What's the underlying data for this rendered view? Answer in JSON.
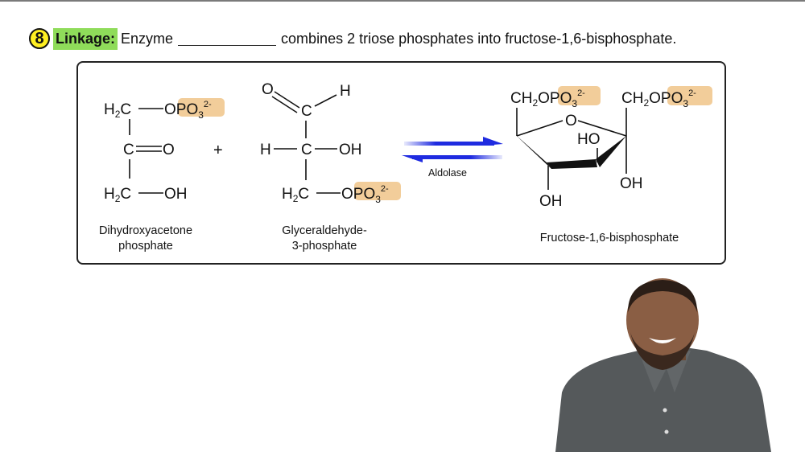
{
  "heading": {
    "number": "8",
    "tag": "Linkage:",
    "text_before_blank": "Enzyme",
    "text_after_blank": "combines 2 triose phosphates into fructose-1,6-bisphosphate."
  },
  "reaction": {
    "plus": "+",
    "enzyme": "Aldolase",
    "arrow_color": "#1f2be0",
    "highlight_color": "#f2cd9a",
    "dhap": {
      "name_line1": "Dihydroxyacetone",
      "name_line2": "phosphate",
      "rows": [
        "H2C—OPO3 2-",
        "C=O",
        "H2C—OH"
      ]
    },
    "g3p": {
      "name_line1": "Glyceraldehyde-",
      "name_line2": "3-phosphate",
      "rows": [
        "O=C—H",
        "H—C—OH",
        "H2C—OPO3 2-"
      ]
    },
    "f16bp": {
      "name": "Fructose-1,6-bisphosphate",
      "substituents": [
        "CH2OPO3 2-",
        "CH2OPO3 2-",
        "O",
        "HO",
        "OH",
        "OH"
      ]
    }
  },
  "video": {
    "label": "instructor"
  }
}
